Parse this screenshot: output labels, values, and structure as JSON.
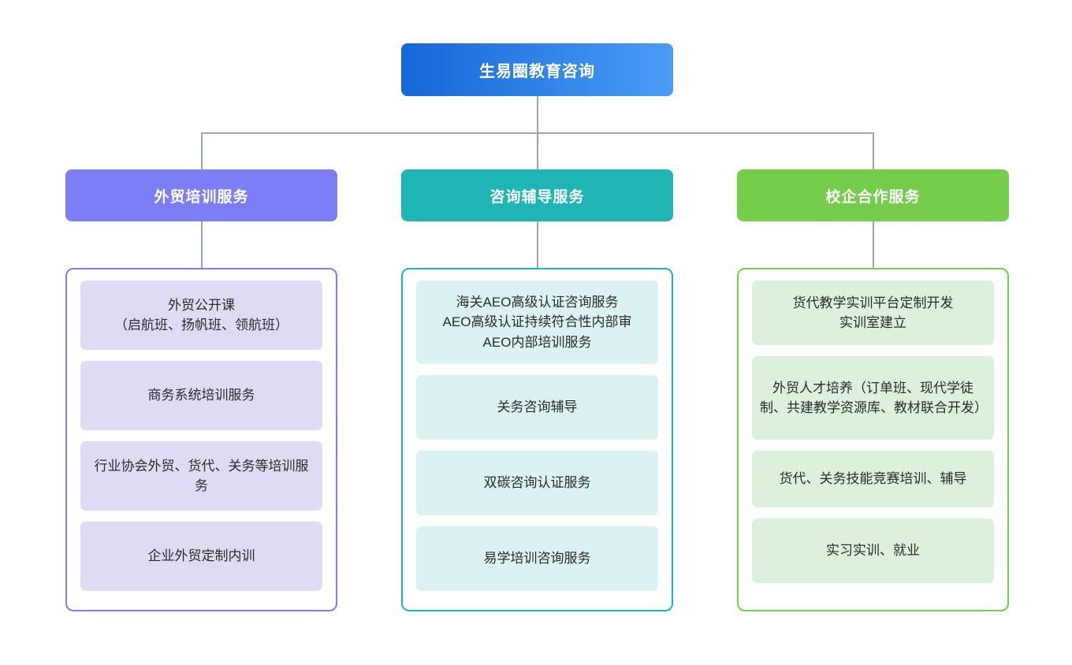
{
  "chart_data": {
    "type": "diagram",
    "diagram_type": "organization-chart",
    "title": "生易圈教育咨询",
    "levels": 3,
    "branch_count": 3
  },
  "root": {
    "label": "生易圈教育咨询",
    "gradient_from": "#1667d8",
    "gradient_to": "#4a9cf6"
  },
  "columns": [
    {
      "header": "外贸培训服务",
      "accent": "#7b7ef4",
      "item_bg": "#dedcf4",
      "items": [
        {
          "text": "外贸公开课\n（启航班、扬帆班、领航班）",
          "height": 88
        },
        {
          "text": "商务系统培训服务",
          "height": 88
        },
        {
          "text": "行业协会外贸、货代、关务等培训服务",
          "height": 88
        },
        {
          "text": "企业外贸定制内训",
          "height": 88
        }
      ]
    },
    {
      "header": "咨询辅导服务",
      "accent": "#1fb5b5",
      "item_bg": "#dcf1f1",
      "items": [
        {
          "text": "海关AEO高级认证咨询服务\nAEO高级认证持续符合性内部审\nAEO内部培训服务",
          "height": 106
        },
        {
          "text": "关务咨询辅导",
          "height": 82
        },
        {
          "text": "双碳咨询认证服务",
          "height": 82
        },
        {
          "text": "易学培训咨询服务",
          "height": 82
        }
      ]
    },
    {
      "header": "校企合作服务",
      "accent": "#76cc4b",
      "item_bg": "#dcf0dd",
      "items": [
        {
          "text": "货代教学实训平台定制开发\n实训室建立",
          "height": 82
        },
        {
          "text": "外贸人才培养（订单班、现代学徒制、共建教学资源库、教材联合开发）",
          "height": 106
        },
        {
          "text": "货代、关务技能竞赛培训、辅导",
          "height": 72
        },
        {
          "text": "实习实训、就业",
          "height": 82
        }
      ]
    }
  ],
  "connector": {
    "color": "#9aa5b1"
  }
}
